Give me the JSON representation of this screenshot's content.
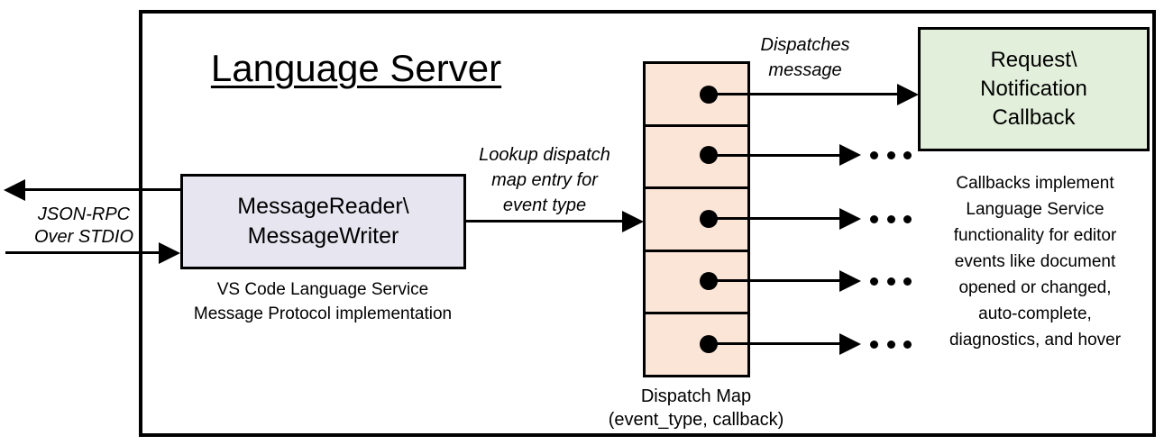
{
  "colors": {
    "peach": "#FBE5D6",
    "green": "#E2EFDA",
    "lavender": "#E7E6F0",
    "line": "#000000"
  },
  "title": "Language Server",
  "left_io": {
    "label_line1": "JSON-RPC",
    "label_line2": "Over STDIO"
  },
  "message_box": {
    "line1": "MessageReader\\",
    "line2": "MessageWriter",
    "caption_line1": "VS Code Language Service",
    "caption_line2": "Message Protocol implementation"
  },
  "lookup_arrow": {
    "label_line1": "Lookup dispatch",
    "label_line2": "map entry for",
    "label_line3": "event type"
  },
  "dispatch_map": {
    "cell_count": 5,
    "caption_line1": "Dispatch Map",
    "caption_line2": "(event_type, callback)"
  },
  "dispatch_arrow": {
    "label_line1": "Dispatches",
    "label_line2": "message"
  },
  "callback_box": {
    "line1": "Request\\",
    "line2": "Notification",
    "line3": "Callback"
  },
  "callbacks_note": {
    "lines": [
      "Callbacks implement",
      "Language Service",
      "functionality for editor",
      "events like document",
      "opened or changed,",
      "auto-complete,",
      "diagnostics, and hover"
    ]
  }
}
